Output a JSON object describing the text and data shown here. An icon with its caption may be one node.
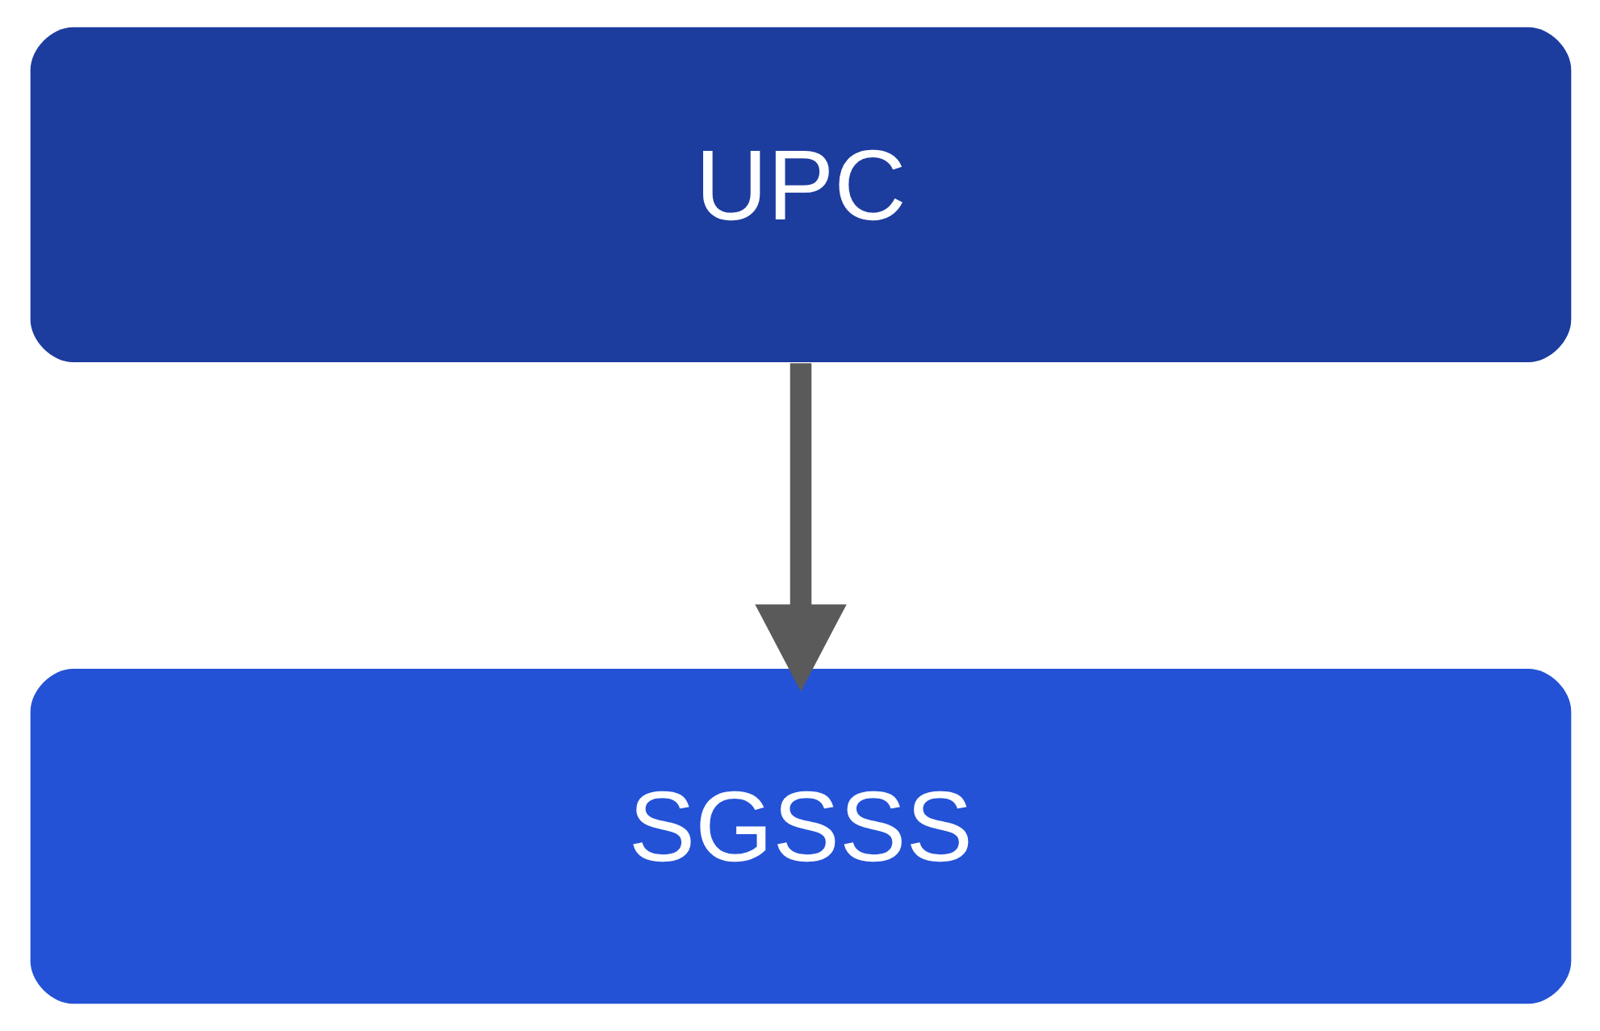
{
  "diagram": {
    "nodes": [
      {
        "text": [
          "UPC"
        ]
      },
      {
        "text": [
          "SGSSS"
        ]
      }
    ],
    "edges": [
      {
        "from": 0,
        "to": 1,
        "arrow": "to"
      }
    ]
  }
}
